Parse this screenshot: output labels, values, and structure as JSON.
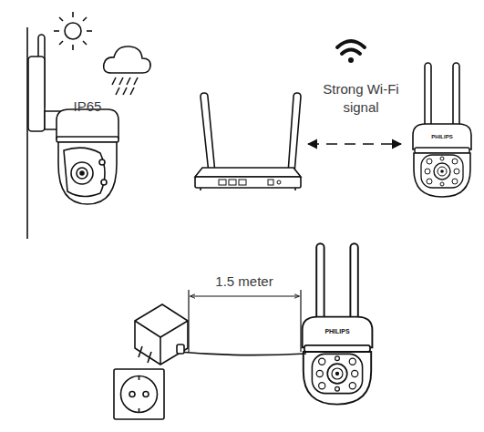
{
  "diagram": {
    "labels": [
      "IP65",
      "Strong Wi-Fi signal",
      "1.5 meter",
      "PHILIPS",
      "PHILIPS"
    ]
  }
}
